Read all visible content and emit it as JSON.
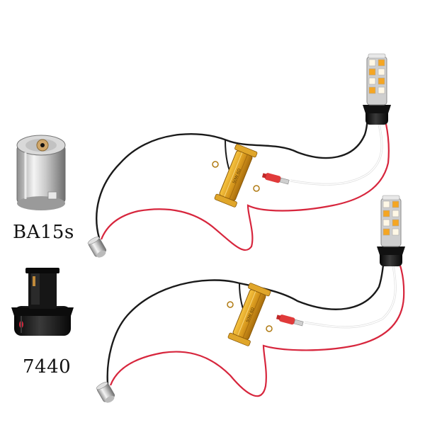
{
  "labels": {
    "ba15s": "BA15s",
    "t7440": "7440"
  },
  "resistor_marking": "50W 6Ω",
  "colors": {
    "background": "#ffffff",
    "wire_black": "#1a1a1a",
    "wire_red": "#d7263d",
    "wire_white": "#f2f2f2",
    "resistor_gold": "#d99a1e",
    "connector_red": "#e03a3a",
    "socket_black": "#141414",
    "led_amber": "#f5a623",
    "led_white": "#fff8e6"
  }
}
